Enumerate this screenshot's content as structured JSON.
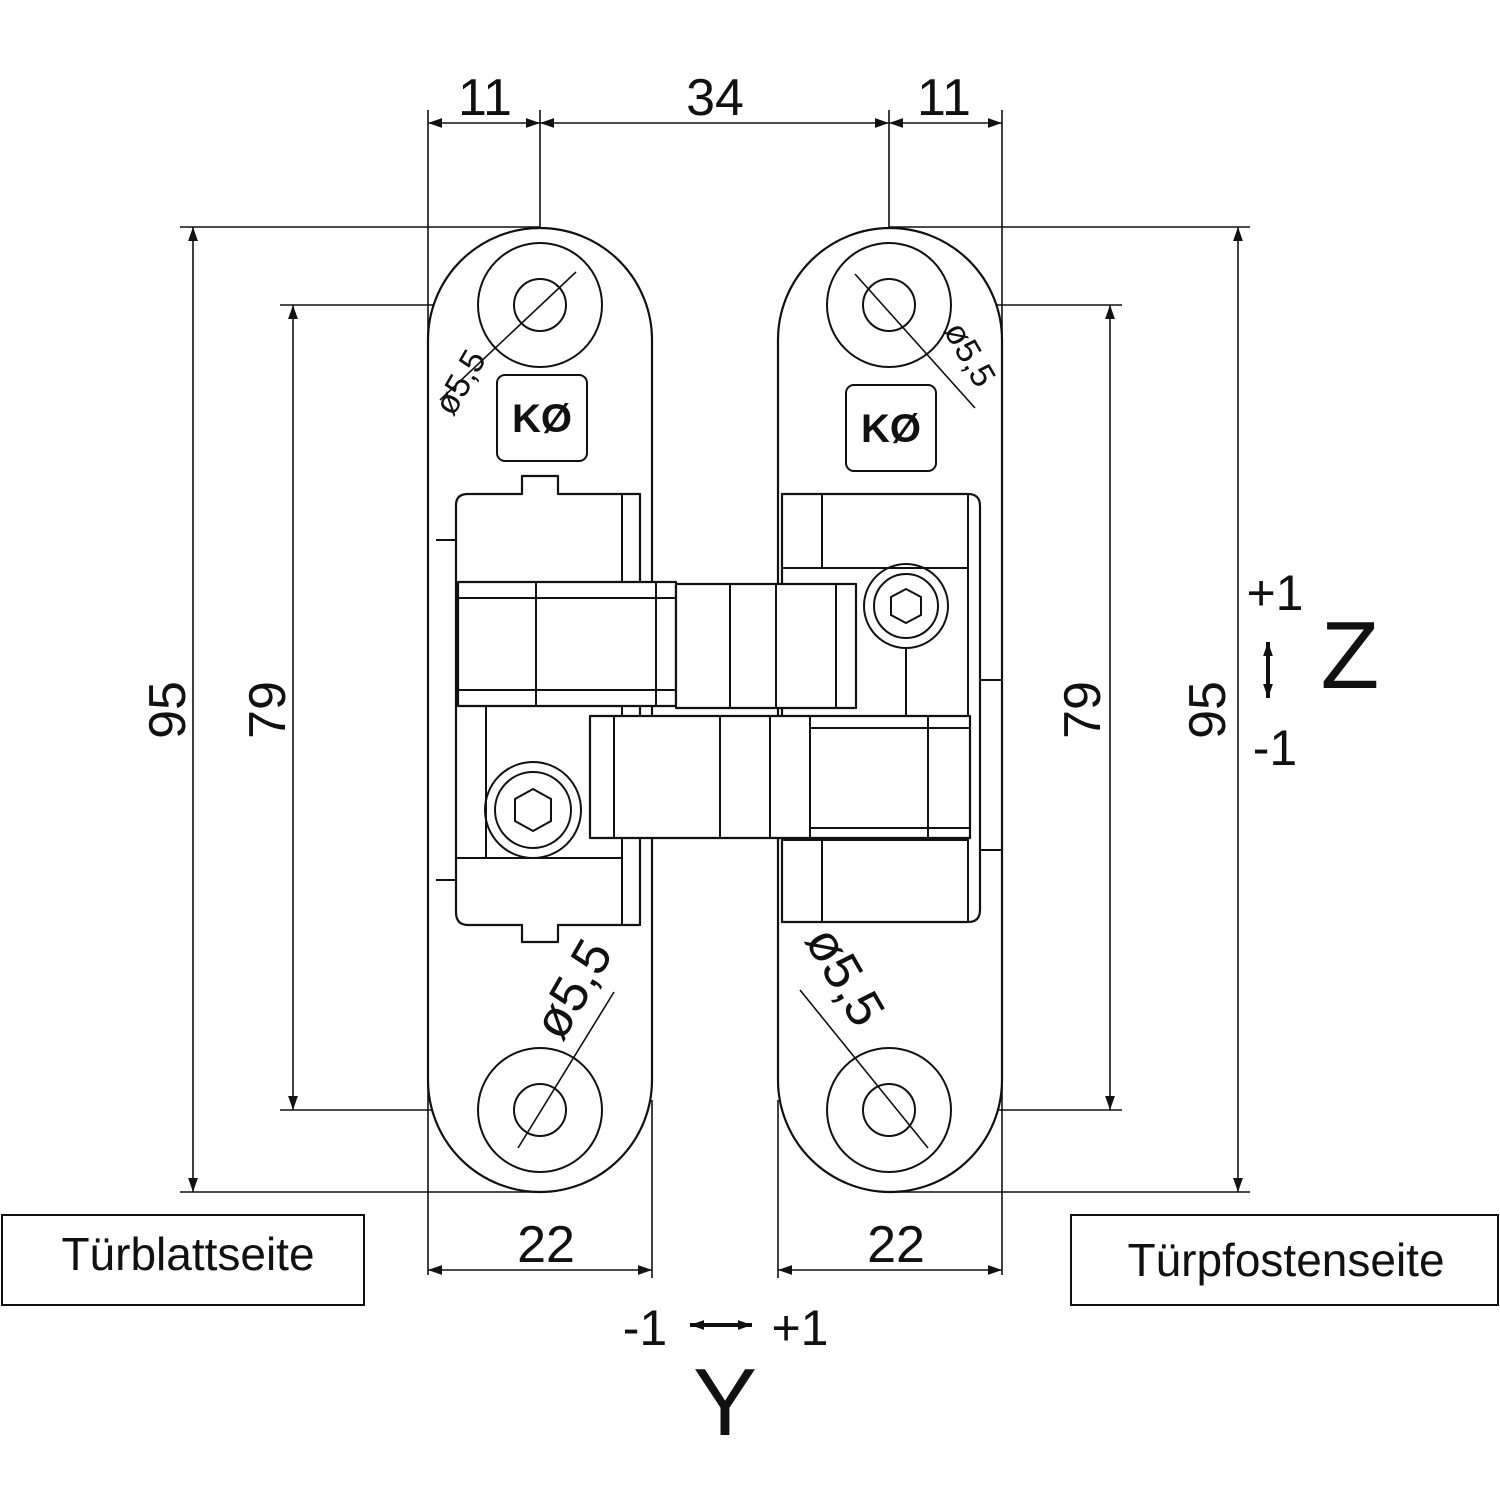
{
  "dimensions": {
    "top_left": "11",
    "top_mid": "34",
    "top_right": "11",
    "height_outer_left": "95",
    "height_inner_left": "79",
    "height_inner_right": "79",
    "height_outer_right": "95",
    "width_left": "22",
    "width_right": "22",
    "hole_top_left": "ø5,5",
    "hole_top_right": "ø5,5",
    "hole_bottom_left": "ø5,5",
    "hole_bottom_right": "ø5,5"
  },
  "labels": {
    "door_leaf_side": "Türblattseite",
    "door_frame_side": "Türpfostenseite"
  },
  "logo_text": "KØ",
  "adjustment": {
    "z_axis": "Z",
    "z_plus": "+1",
    "z_minus": "-1",
    "y_axis": "Y",
    "y_minus": "-1",
    "y_plus": "+1"
  }
}
